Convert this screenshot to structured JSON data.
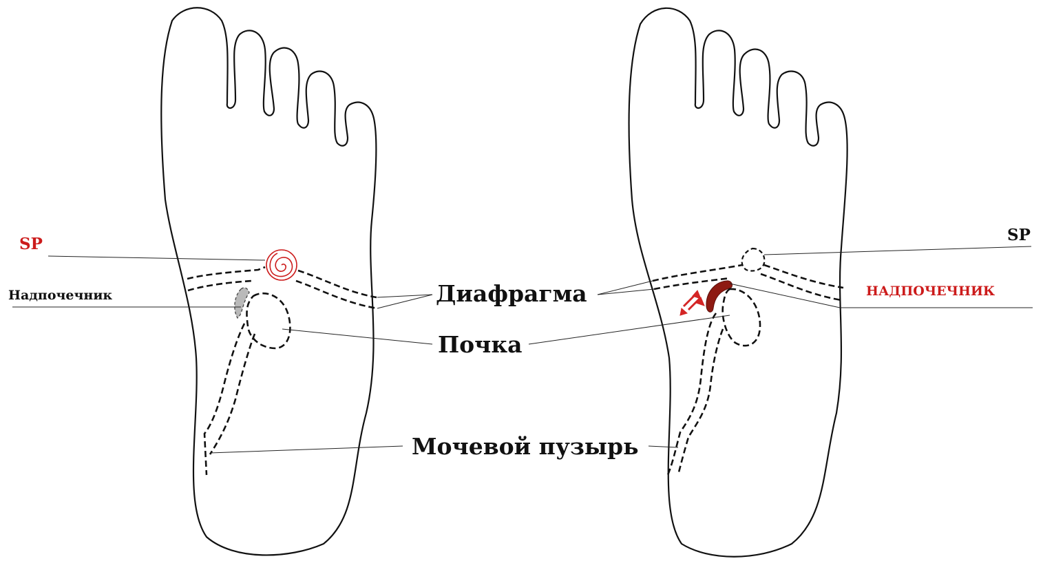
{
  "labels": {
    "left_sp": "SP",
    "left_adrenal": "Надпочечник",
    "diaphragm": "Диафрагма",
    "kidney": "Почка",
    "bladder": "Мочевой пузырь",
    "right_sp": "SP",
    "right_adrenal": "НАДПОЧЕЧНИК"
  },
  "colors": {
    "outline": "#111111",
    "accent_red": "#cc1b1b",
    "adrenal_dark_red": "#8e1a12",
    "adrenal_gray": "#b9b9b9",
    "text_black": "#111111"
  },
  "icons": {
    "left_sp_marker": "red-spiral-icon",
    "right_adrenal_marker": "red-arrows-icon"
  }
}
